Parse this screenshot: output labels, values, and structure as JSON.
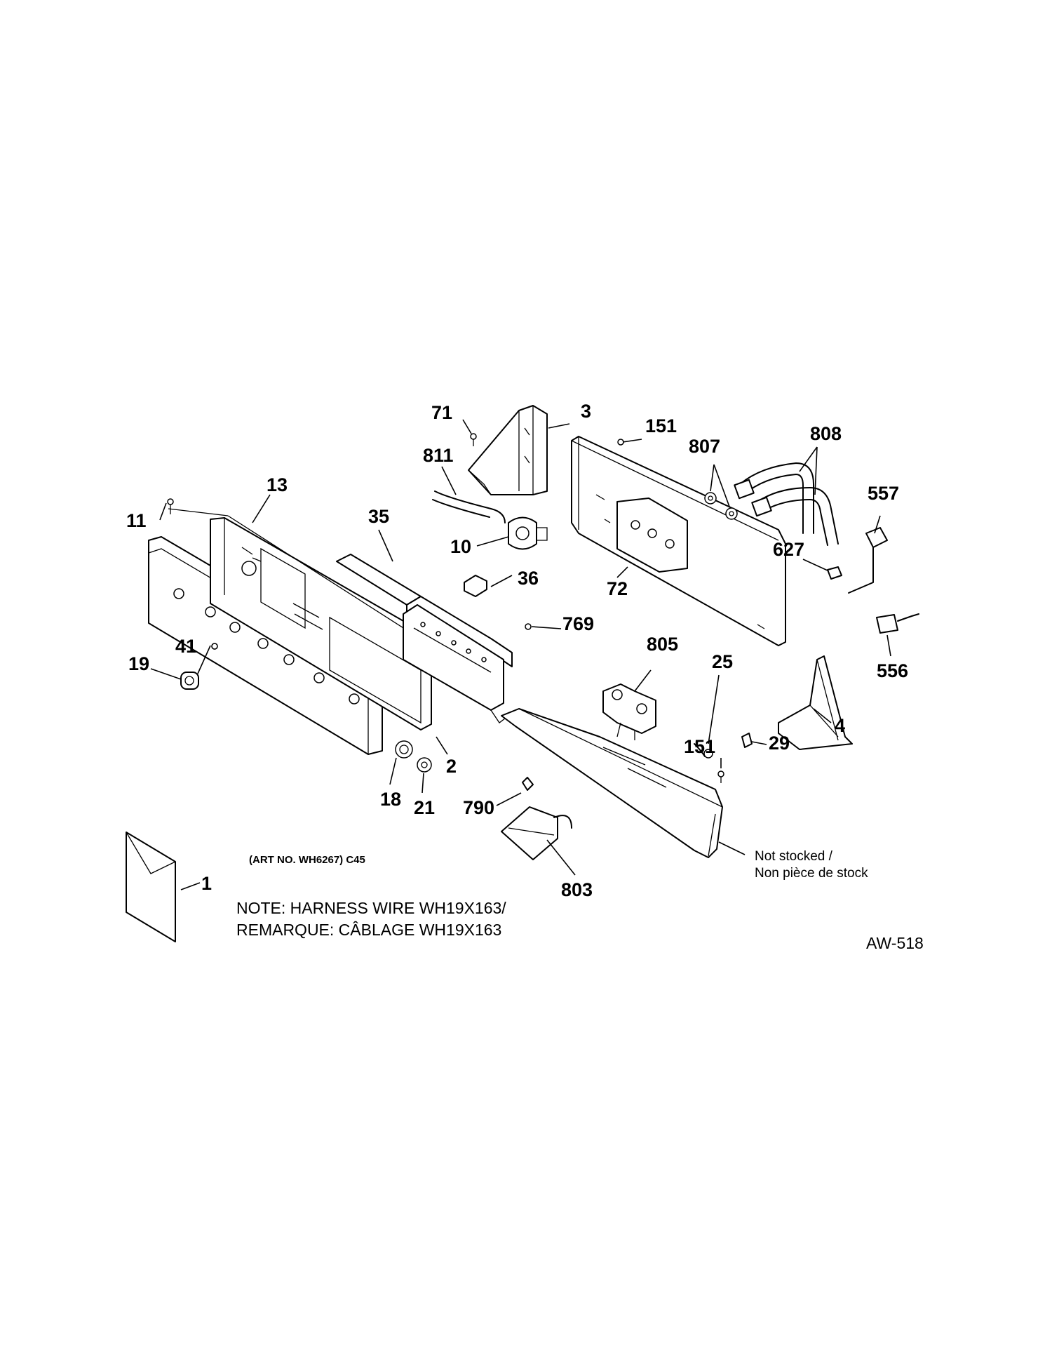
{
  "callouts": {
    "c71": "71",
    "c3": "3",
    "c151a": "151",
    "c807": "807",
    "c808": "808",
    "c811": "811",
    "c13": "13",
    "c35": "35",
    "c11": "11",
    "c10": "10",
    "c557": "557",
    "c627": "627",
    "c72": "72",
    "c36": "36",
    "c769": "769",
    "c805": "805",
    "c41": "41",
    "c19": "19",
    "c25": "25",
    "c556": "556",
    "c4": "4",
    "c151b": "151",
    "c29": "29",
    "c2": "2",
    "c18": "18",
    "c21": "21",
    "c790": "790",
    "c803": "803",
    "c1": "1"
  },
  "notes": {
    "art_no": "(ART NO. WH6267) C45",
    "harness_line1": "NOTE: HARNESS WIRE WH19X163/",
    "harness_line2": "REMARQUE: CÂBLAGE WH19X163",
    "not_stocked_line1": "Not stocked /",
    "not_stocked_line2": "Non pièce de stock",
    "figure_id": "AW-518"
  }
}
